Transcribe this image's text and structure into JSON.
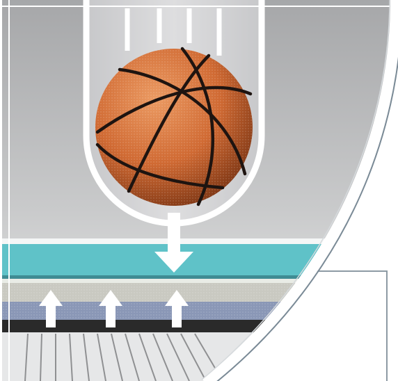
{
  "scene": {
    "subject": "basketball",
    "impact_direction": "down",
    "rebound_direction": "up",
    "layers": [
      {
        "name": "top-foam",
        "color": "#5fc2c8"
      },
      {
        "name": "padding",
        "color": "#c9c9c1"
      },
      {
        "name": "base-layer",
        "color": "#8a97b6"
      },
      {
        "name": "subfloor",
        "color": "#2a2a2a"
      }
    ],
    "colors": {
      "background_top": "#a9aaac",
      "background_bottom": "#e6e6e7",
      "ring": "#ffffff",
      "ring_outline": "#7a8a96",
      "ball": "#d7743e",
      "ball_seam": "#1e1410",
      "arrow": "#ffffff"
    },
    "icons": [
      "down-arrow-icon",
      "up-arrow-icon"
    ]
  }
}
